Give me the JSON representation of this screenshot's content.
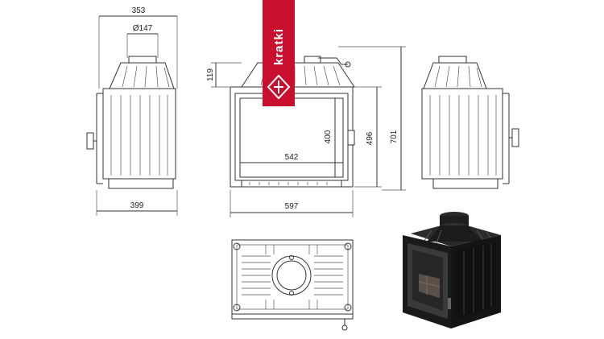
{
  "brand": {
    "name": "kratki",
    "color": "#c8102e"
  },
  "dimensions": {
    "side_top_width": "353",
    "flue_diameter": "Ø147",
    "side_bottom_width": "399",
    "front_top_height": "119",
    "front_opening_height": "400",
    "front_opening_width": "542",
    "front_inner_height": "496",
    "front_total_height": "701",
    "front_total_width": "597"
  },
  "colors": {
    "line": "#333333",
    "render_dark": "#1a1a1a",
    "render_mid": "#3a3a3a"
  }
}
